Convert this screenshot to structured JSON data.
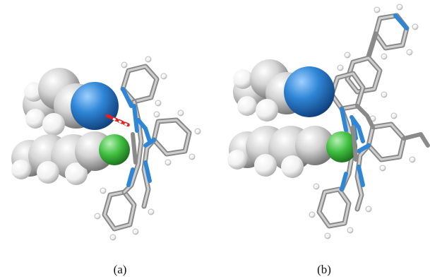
{
  "captions": {
    "a": "(a)",
    "b": "(b)"
  },
  "colors": {
    "background": "#ffffff",
    "carbon_stick": "#9a9a9a",
    "carbon_light": "#c9c9c9",
    "hydrogen": "#f4f4f4",
    "nitrogen": "#2f86d6",
    "nitrogen_dark": "#1a5fa8",
    "metal": "#3fbf3f",
    "oxygen": "#e02020",
    "sphere_grey": "#c8c8c8"
  },
  "panels": [
    {
      "id": "a",
      "name": "structure-a",
      "hbond": true,
      "pyridyl_arm": false
    },
    {
      "id": "b",
      "name": "structure-b",
      "hbond": false,
      "pyridyl_arm": true
    }
  ]
}
